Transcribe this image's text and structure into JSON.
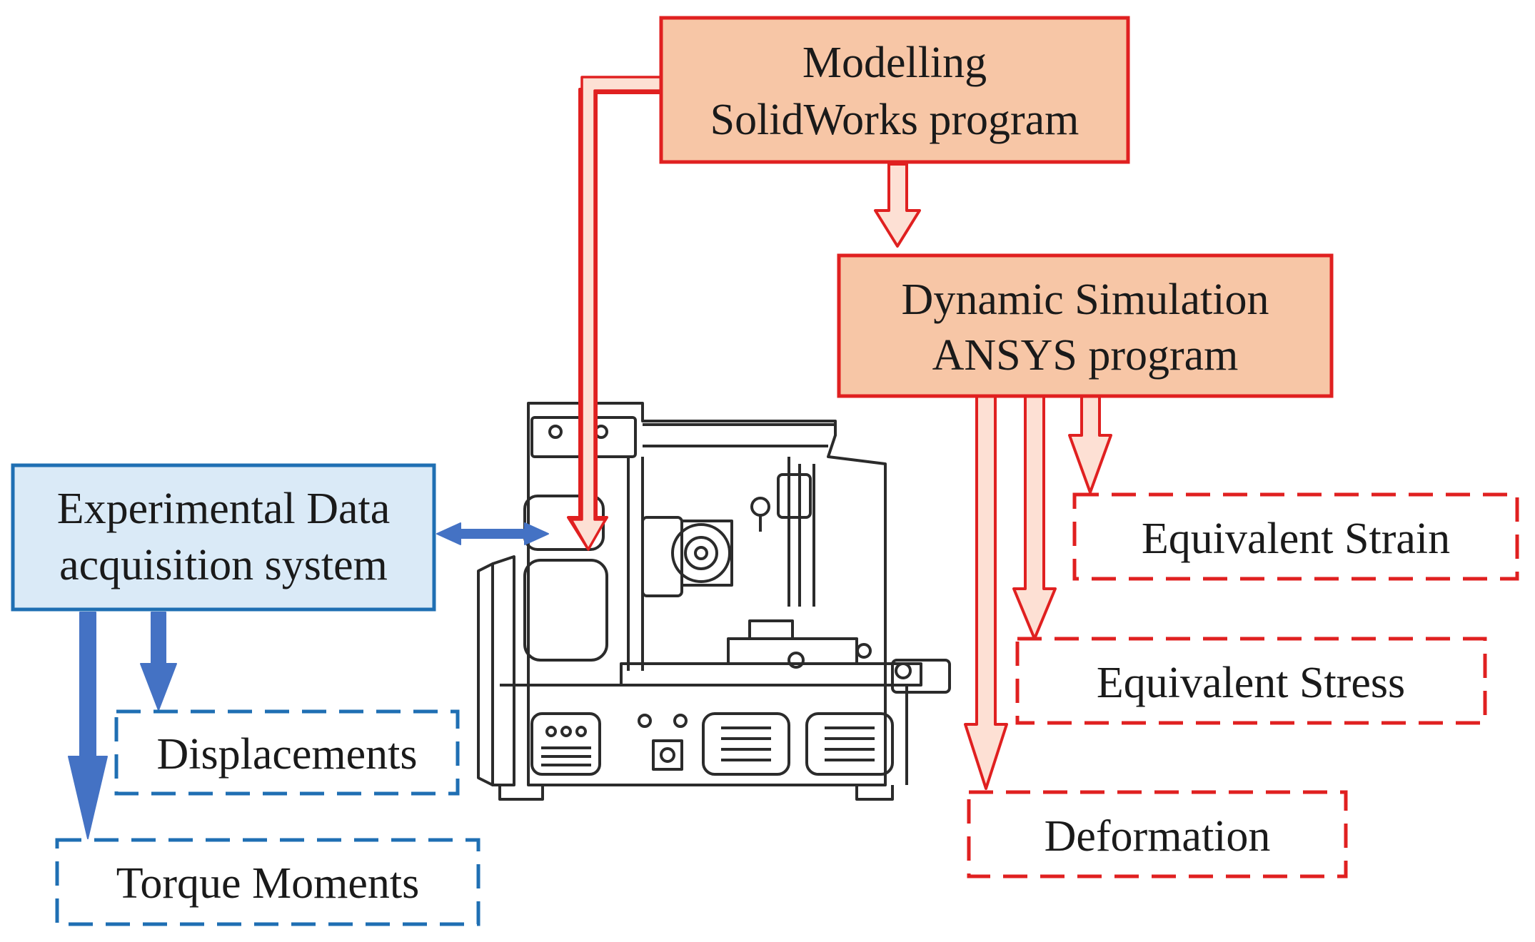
{
  "boxes": {
    "modelling": {
      "line1": "Modelling",
      "line2": "SolidWorks program"
    },
    "simulation": {
      "line1": "Dynamic Simulation",
      "line2": "ANSYS program"
    },
    "experimental": {
      "line1": "Experimental Data",
      "line2": "acquisition system"
    }
  },
  "outputs": {
    "equivalent_strain": "Equivalent Strain",
    "equivalent_stress": "Equivalent Stress",
    "deformation": "Deformation",
    "displacements": "Displacements",
    "torque_moments": "Torque Moments"
  },
  "colors": {
    "sim_fill": "#f7c6a6",
    "sim_border": "#e02020",
    "sim_arrow_fill": "#fde0d4",
    "exp_fill": "#daeaf7",
    "exp_border": "#1f6fb3",
    "exp_arrow": "#4472c4",
    "machine_line": "#2b2b2b"
  },
  "icons": {
    "machine": "grinding-machine-drawing"
  }
}
